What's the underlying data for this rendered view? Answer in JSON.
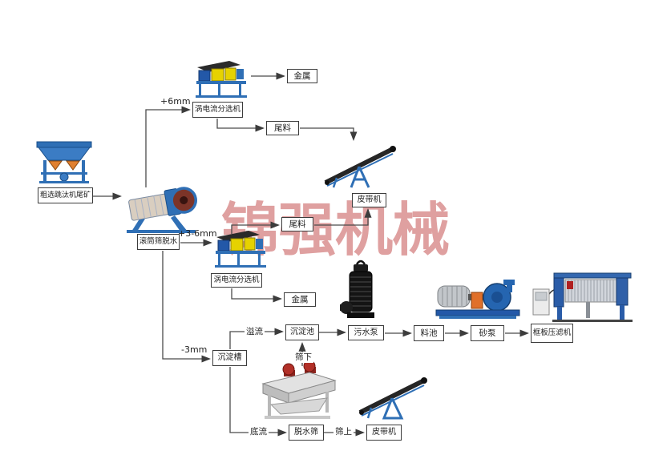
{
  "watermark": {
    "text": "锦强机械",
    "color": "#dfa0a0"
  },
  "colors": {
    "machine_blue": "#2f6fb5",
    "panel_yellow": "#e6d200",
    "hopper_orange": "#e08030",
    "motor_red": "#b23028",
    "drum_maroon": "#7c3428",
    "connector_line": "#4a4a4a",
    "box_border": "#3c3c3c"
  },
  "nodes": {
    "source": "粗选跳汰机尾矿",
    "drum_screen": "滚筒筛脱水",
    "eddy_separator_top": "涡电流分选机",
    "metal_top": "金属",
    "tailings_top": "尾料",
    "belt_top": "皮带机",
    "tailings_mid": "尾料",
    "eddy_separator_mid": "涡电流分选机",
    "metal_mid": "金属",
    "settling_trough": "沉淀槽",
    "settling_pool": "沉淀池",
    "sewage_pump": "污水泵",
    "material_pool": "料池",
    "sand_pump": "砂泵",
    "filter_press": "框板压滤机",
    "dewatering_screen": "脱水筛",
    "belt_bottom": "皮带机"
  },
  "stream_labels": {
    "plus6mm": "+6mm",
    "plus3to6mm": "+3-6mm",
    "minus3mm": "-3mm",
    "overflow": "溢流",
    "screen_underflow": "筛下",
    "underflow": "底流",
    "screen_overflow": "筛上"
  }
}
